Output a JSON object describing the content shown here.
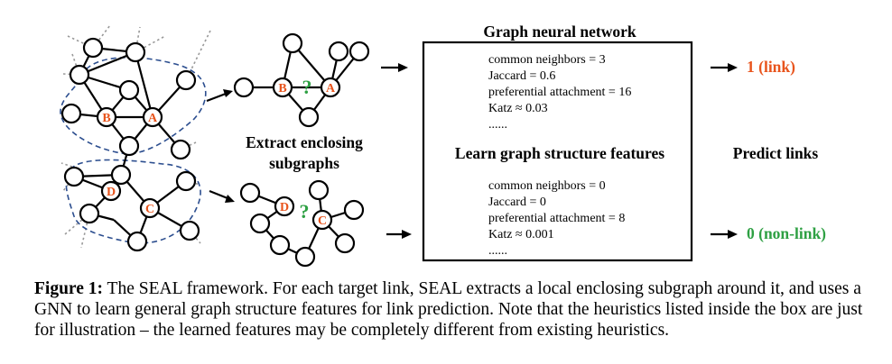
{
  "figure": {
    "title": "Graph neural network",
    "extract_label_line1": "Extract enclosing",
    "extract_label_line2": "subgraphs",
    "learn_label": "Learn graph structure features",
    "predict_label": "Predict links",
    "node_labels": {
      "a": "A",
      "b": "B",
      "c": "C",
      "d": "D"
    },
    "question_mark": "?",
    "features_top": [
      "common neighbors = 3",
      "Jaccard = 0.6",
      "preferential attachment = 16",
      "Katz ≈ 0.03",
      "......"
    ],
    "features_bottom": [
      "common neighbors = 0",
      "Jaccard = 0",
      "preferential attachment = 8",
      "Katz ≈ 0.001",
      "......"
    ],
    "output_top": "1 (link)",
    "output_bottom": "0 (non-link)",
    "colors": {
      "target_node_label": "#e8541c",
      "question_mark": "#2ea043",
      "link_output": "#e8541c",
      "nonlink_output": "#2ea043",
      "enclosing_outline": "#2c4e8f"
    }
  },
  "caption": {
    "label": "Figure 1:",
    "text": " The SEAL framework. For each target link, SEAL extracts a local enclosing subgraph around it, and uses a GNN to learn general graph structure features for link prediction. Note that the heuristics listed inside the box are just for illustration – the learned features may be completely different from existing heuristics."
  }
}
